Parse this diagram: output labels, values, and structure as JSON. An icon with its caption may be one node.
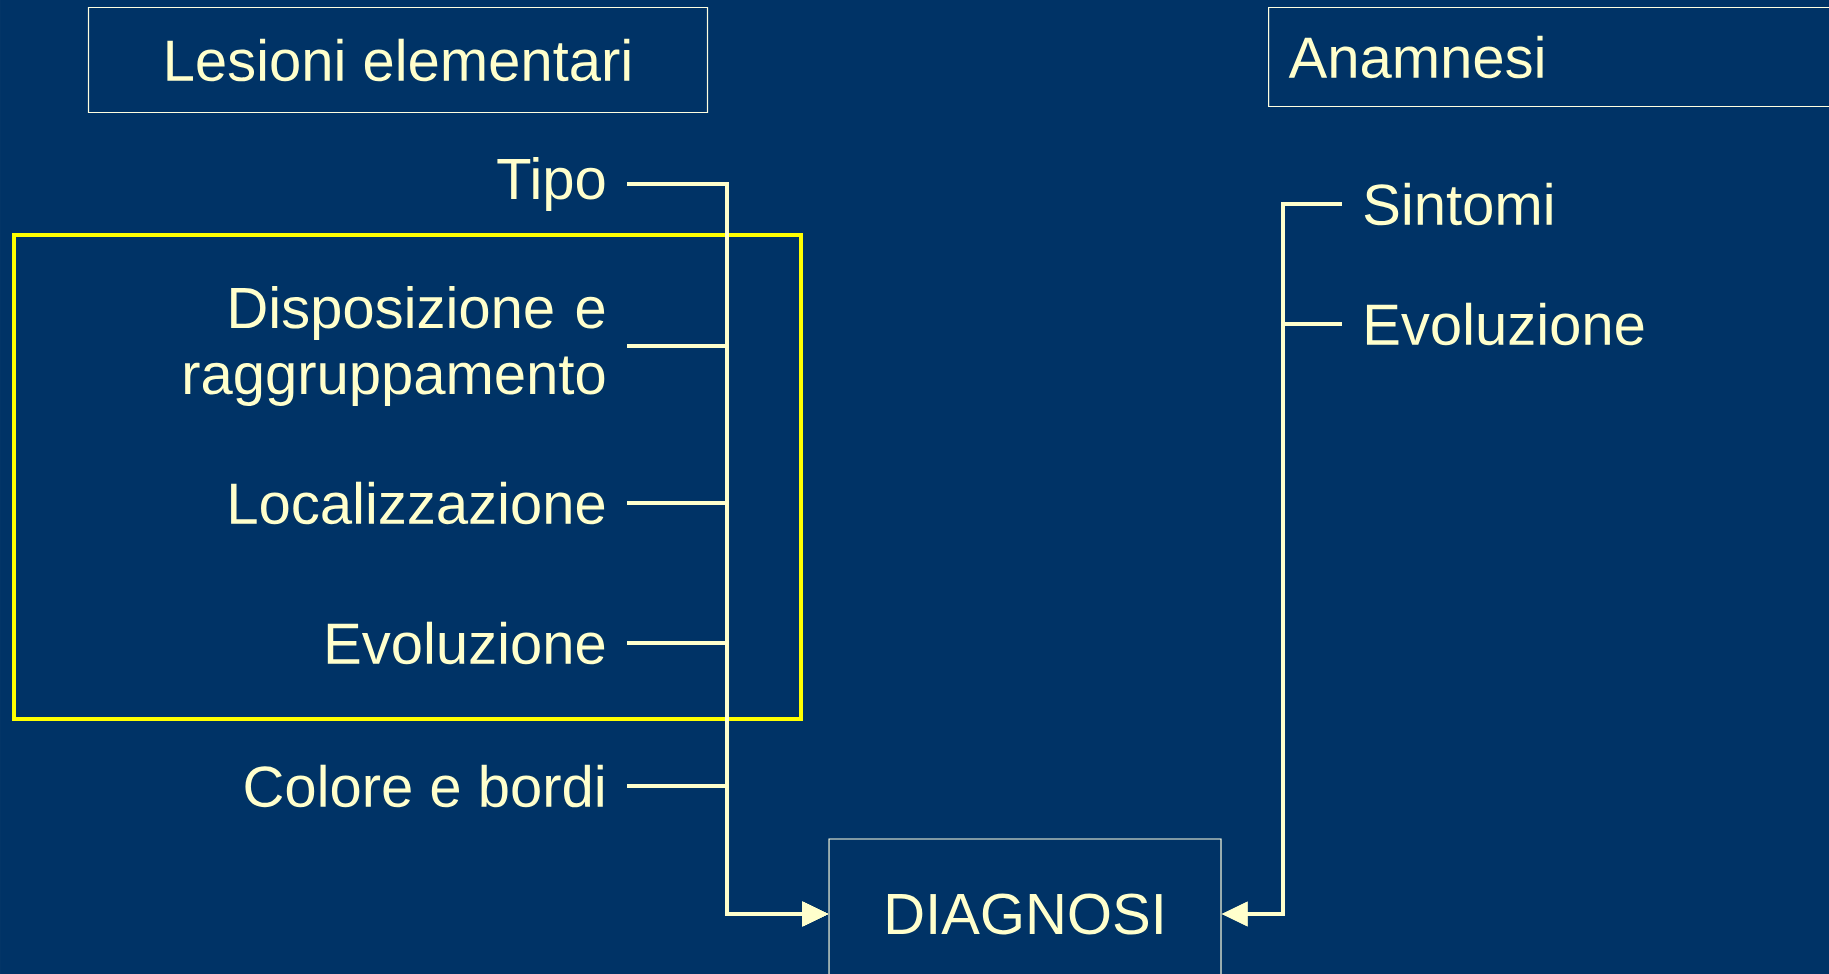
{
  "diagram": {
    "nodes": [
      {
        "text": [
          "Lesioni elementari"
        ]
      },
      {
        "text": [
          "Anamnesi"
        ]
      },
      {
        "text": [
          "Tipo"
        ]
      },
      {
        "text": [],
        "shape": "box"
      },
      {
        "text": [
          "Disposizione e raggruppamento"
        ],
        "in": 3
      },
      {
        "text": [
          "Localizzazione"
        ],
        "in": 3
      },
      {
        "text": [
          "Evoluzione"
        ],
        "in": 3
      },
      {
        "text": [
          "Colore e bordi"
        ]
      },
      {
        "text": [
          "Sintomi"
        ]
      },
      {
        "text": [
          "Evoluzione"
        ]
      },
      {
        "text": [
          "DIAGNOSI"
        ]
      }
    ],
    "edges": [
      {
        "from": 2,
        "to": 10,
        "arrow": "to"
      },
      {
        "from": 4,
        "to": 10,
        "arrow": "to"
      },
      {
        "from": 5,
        "to": 10,
        "arrow": "to"
      },
      {
        "from": 6,
        "to": 10,
        "arrow": "to"
      },
      {
        "from": 7,
        "to": 10,
        "arrow": "to"
      },
      {
        "from": 8,
        "to": 10,
        "arrow": "to"
      },
      {
        "from": 9,
        "to": 10,
        "arrow": "to"
      }
    ]
  }
}
